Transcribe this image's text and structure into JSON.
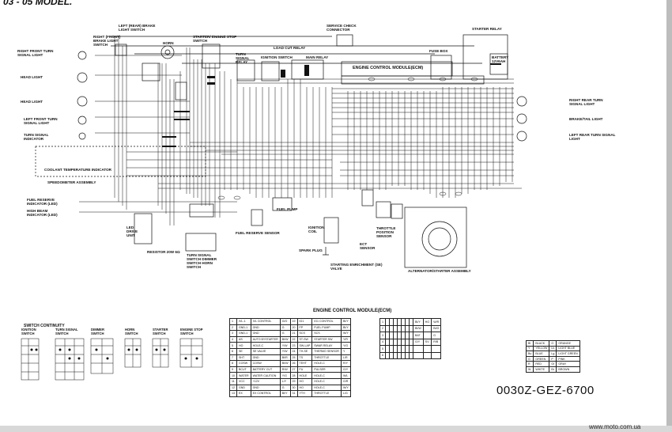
{
  "header": {
    "model": "03 - 05 MODEL."
  },
  "part_number": "0030Z-GEZ-6700",
  "watermark": "www.moto.com.ua",
  "component_labels": {
    "left_rear_brake_light_switch": "LEFT (REAR) BRAKE LIGHT SWITCH",
    "right_front_brake_light_switch": "RIGHT (FRONT) BRAKE LIGHT SWITCH",
    "horn": "HORN",
    "starter_engine_stop_switch": "STARTER/ ENGINE STOP SWITCH",
    "load_cut_relay": "LOAD CUT RELAY",
    "service_check_connector": "SERVICE CHECK CONNECTOR",
    "starter_relay": "STARTER RELAY",
    "fuse_box": "FUSE BOX",
    "battery": "BATTERY 12V6AH",
    "right_front_turn_signal_light": "RIGHT FRONT TURN SIGNAL LIGHT",
    "head_light_1": "HEAD LIGHT",
    "head_light_2": "HEAD LIGHT",
    "left_front_turn_signal_light": "LEFT FRONT TURN SIGNAL LIGHT",
    "turn_signal_indicator": "TURN SIGNAL INDICATOR",
    "turn_signal_relay": "TURN SIGNAL RELAY",
    "ignition_switch": "IGNITION SWITCH",
    "main_relay": "MAIN RELAY",
    "ecm": "ENGINE CONTROL MODULE(ECM)",
    "coolant_temperature_indicator": "COOLANT TEMPERATURE INDICATOR",
    "speedometer_assembly": "SPEEDOMETER ASSEMBLY",
    "right_rear_turn_signal_light": "RIGHT REAR TURN SIGNAL LIGHT",
    "brake_tail_light": "BRAKE/TAIL LIGHT",
    "left_rear_turn_signal_light": "LEFT REAR TURN SIGNAL LIGHT",
    "fuel_reserve_indicator": "FUEL RESERVE INDICATOR (LED)",
    "high_beam_indicator": "HIGH BEAM INDICATOR (LED)",
    "led_drive_unit": "LED DRIVE UNIT",
    "fuel_pump": "FUEL PUMP",
    "fuel_reserve_sensor": "FUEL RESERVE SENSOR",
    "ignition_coil": "IGNITION COIL",
    "spark_plug": "SPARK PLUG",
    "ect_sensor": "ECT SENSOR",
    "throttle_position_sensor": "THROTTLE POSITION SENSOR",
    "starting_enrichment": "STARTING ENRICHMENT (SE) VALVE",
    "alternator_starter": "ALTERNATOR/STARTER ASSEMBLY",
    "resistor": "RESISTOR 20W 6Ω",
    "turn_signal_dimmer_horn_switch": "TURN SIGNAL SWITCH DIMMER SWITCH HORN SWITCH"
  },
  "switch_continuity": {
    "title": "SWITCH CONTINUITY",
    "columns": [
      "IGNITION SWITCH",
      "TURN SIGNAL SWITCH",
      "DIMMER SWITCH",
      "HORN SWITCH",
      "STARTER SWITCH",
      "ENGINE STOP SWITCH"
    ]
  },
  "ecm_table": {
    "title": "ENGINE CONTROL MODULE(ECM)",
    "rows": [
      [
        "1",
        "IVL-1",
        "IVL CONTROL",
        "G/O",
        "19",
        "IG1",
        "IG1 CONTROL",
        "BI/Y"
      ],
      [
        "2",
        "GND-1",
        "GND",
        "G",
        "20",
        "FP",
        "FUEL PUMP",
        "BI/Y"
      ],
      [
        "3",
        "GND-1",
        "GND",
        "G",
        "21",
        "SCS",
        "SCS",
        "W/Y"
      ],
      [
        "4",
        "AS",
        "AUTO BYSTARTER",
        "BI/W",
        "22",
        "ST-SW",
        "STARTER SW",
        "Y/R"
      ],
      [
        "5",
        "HO",
        "HOLE-C",
        "Y/W",
        "23",
        "SW-LAP",
        "SWAR RELAY",
        "Y/G"
      ],
      [
        "6",
        "SE",
        "SE VALVE",
        "Y/W",
        "24",
        "TH-SE",
        "THERMO SENSOR",
        "Y"
      ],
      [
        "7",
        "SHT",
        "GND",
        "BI/R",
        "25",
        "TS",
        "THROTTLE",
        "L/R"
      ],
      [
        "8",
        "COSW",
        "COSW",
        "BI/W",
        "26",
        "TEHT",
        "HOLE-C",
        "R/Y"
      ],
      [
        "9",
        "BCUT",
        "BATTERY CUT",
        "R/W",
        "27",
        "FU",
        "PULSER",
        "G/Y"
      ],
      [
        "10",
        "WATER",
        "WATER CAUTION",
        "Y/G",
        "28",
        "HOLE",
        "HOLE-C",
        "W/L"
      ],
      [
        "11",
        "VCC",
        "+12V",
        "L/Y",
        "29",
        "HO",
        "HOLE-C",
        "G/R"
      ],
      [
        "12",
        "GND",
        "GND",
        "G",
        "30",
        "HO",
        "HOLE-C",
        "W/Y"
      ],
      [
        "13",
        "EX",
        "EX CONTROL",
        "BI/Y",
        "31",
        "YTH",
        "THROTTLE",
        "L/G"
      ]
    ]
  },
  "relay_table": {
    "rows": [
      [
        "1",
        "",
        "",
        "",
        "",
        "",
        "",
        "",
        "BI/Y",
        "HO",
        "W/R"
      ],
      [
        "2",
        "",
        "",
        "",
        "",
        "",
        "",
        "",
        "BI/W",
        "",
        "BI/G"
      ],
      [
        "3",
        "",
        "",
        "",
        "",
        "",
        "",
        "",
        "BAT",
        "",
        "G"
      ],
      [
        "4",
        "",
        "",
        "",
        "",
        "",
        "",
        "",
        "G/Y",
        "SV",
        "R/B"
      ],
      [
        "5",
        "",
        "",
        "",
        "",
        "",
        "",
        "",
        "",
        "",
        ""
      ],
      [
        "6",
        "",
        "",
        "",
        "",
        "",
        "",
        "",
        "",
        "",
        ""
      ]
    ]
  },
  "color_legend": {
    "rows": [
      [
        "Bl",
        "BLACK",
        "O",
        "ORANGE"
      ],
      [
        "Y",
        "YELLOW",
        "Lb",
        "LIGHT BLUE"
      ],
      [
        "Bu",
        "BLUE",
        "Lg",
        "LIGHT GREEN"
      ],
      [
        "G",
        "GREEN",
        "P",
        "PINK"
      ],
      [
        "R",
        "RED",
        "Gr",
        "GRAY"
      ],
      [
        "W",
        "WHITE",
        "Br",
        "BROWN"
      ]
    ]
  },
  "colors": {
    "ink": "#111111",
    "paper": "#ffffff"
  }
}
